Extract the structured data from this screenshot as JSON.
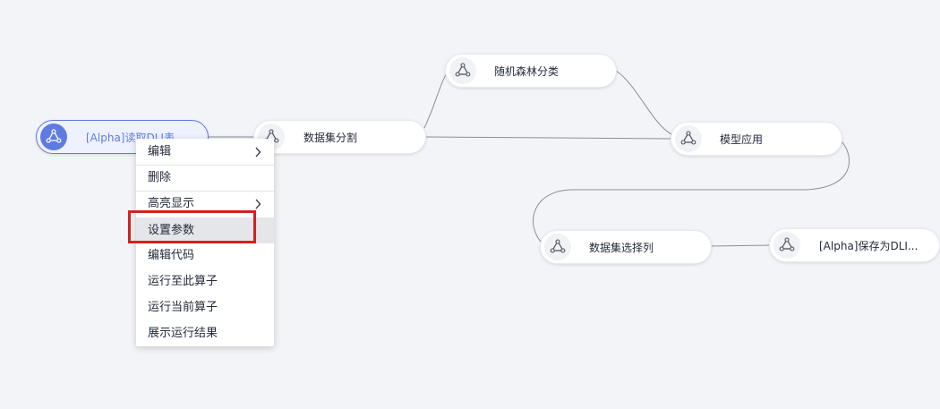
{
  "canvas": {
    "nodes": [
      {
        "id": "read-dli",
        "label": "[Alpha]读取DLI表",
        "selected": true
      },
      {
        "id": "split",
        "label": "数据集分割"
      },
      {
        "id": "random-forest",
        "label": "随机森林分类"
      },
      {
        "id": "model-apply",
        "label": "模型应用"
      },
      {
        "id": "select-cols",
        "label": "数据集选择列"
      },
      {
        "id": "save-dli",
        "label": "[Alpha]保存为DLI..."
      }
    ]
  },
  "context_menu": {
    "items": [
      {
        "label": "编辑",
        "has_submenu": true
      },
      {
        "label": "删除"
      },
      {
        "label": "高亮显示",
        "has_submenu": true
      },
      {
        "label": "设置参数",
        "highlighted": true
      },
      {
        "label": "编辑代码"
      },
      {
        "label": "运行至此算子"
      },
      {
        "label": "运行当前算子"
      },
      {
        "label": "展示运行结果"
      }
    ]
  },
  "colors": {
    "accent": "#5e7ce0",
    "highlight_box": "#d32121",
    "edge": "#8a8e99",
    "background": "#f3f4f7"
  }
}
